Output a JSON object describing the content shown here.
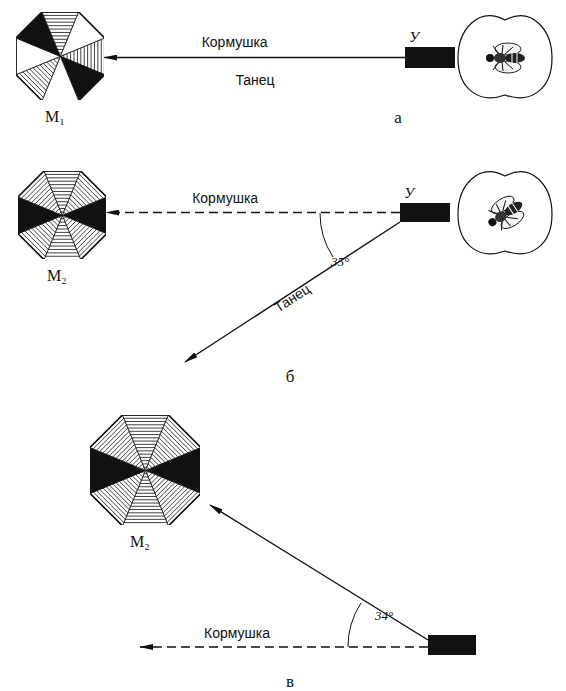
{
  "diagram": {
    "nodes": [
      {
        "text": [
          "М₁"
        ]
      },
      {
        "text": [
          "У"
        ]
      },
      {
        "text": [
          "М₂"
        ]
      },
      {
        "text": [
          "У"
        ]
      },
      {
        "text": [
          "М₂"
        ]
      }
    ],
    "edges": [
      {
        "from": 1,
        "to": 0,
        "arrow": "to",
        "label": "Кормушка"
      },
      {
        "from": 3,
        "to": 2,
        "arrow": "to",
        "label": "Кормушка"
      }
    ],
    "labels": [
      "Танец",
      "а",
      "35°",
      "Танец",
      "б",
      "34°",
      "Кормушка",
      "в"
    ]
  }
}
